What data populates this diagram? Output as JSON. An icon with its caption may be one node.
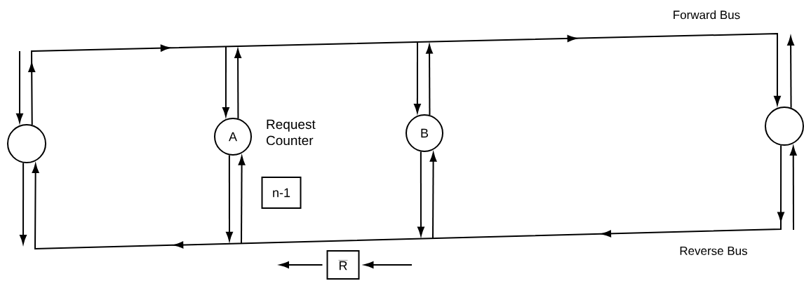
{
  "diagram": {
    "nodes": [
      {
        "text": [],
        "shape": "circle"
      },
      {
        "text": [
          "A"
        ]
      },
      {
        "text": [
          "n-1"
        ]
      },
      {
        "text": [
          "\\overline{\\mathrm{R}}"
        ]
      },
      {
        "text": [
          "B"
        ]
      },
      {
        "text": [],
        "shape": "circle"
      }
    ],
    "edges": [
      {
        "from": 0,
        "to": 5,
        "arrow": "to"
      },
      {
        "from": 5,
        "to": 0,
        "arrow": "to"
      },
      {
        "from": null,
        "to": 0,
        "arrow": "to"
      },
      {
        "from": 0,
        "to": null,
        "arrow": "to"
      },
      {
        "from": null,
        "to": 1,
        "arrow": "to"
      },
      {
        "from": 1,
        "to": null,
        "arrow": "to"
      },
      {
        "from": 1,
        "to": null,
        "arrow": "to"
      },
      {
        "from": null,
        "to": 1,
        "arrow": "to"
      },
      {
        "from": null,
        "to": 4,
        "arrow": "to"
      },
      {
        "from": 4,
        "to": null,
        "arrow": "to"
      },
      {
        "from": 4,
        "to": null,
        "arrow": "to"
      },
      {
        "from": null,
        "to": 4,
        "arrow": "to"
      },
      {
        "from": 5,
        "to": null,
        "arrow": "to"
      },
      {
        "from": null,
        "to": 5,
        "arrow": "to"
      },
      {
        "from": null,
        "to": 3,
        "arrow": "to"
      },
      {
        "from": 3,
        "to": null,
        "arrow": "to"
      }
    ],
    "labels": [
      "Forward Bus",
      "Request Counter",
      "Reverse Bus"
    ]
  }
}
